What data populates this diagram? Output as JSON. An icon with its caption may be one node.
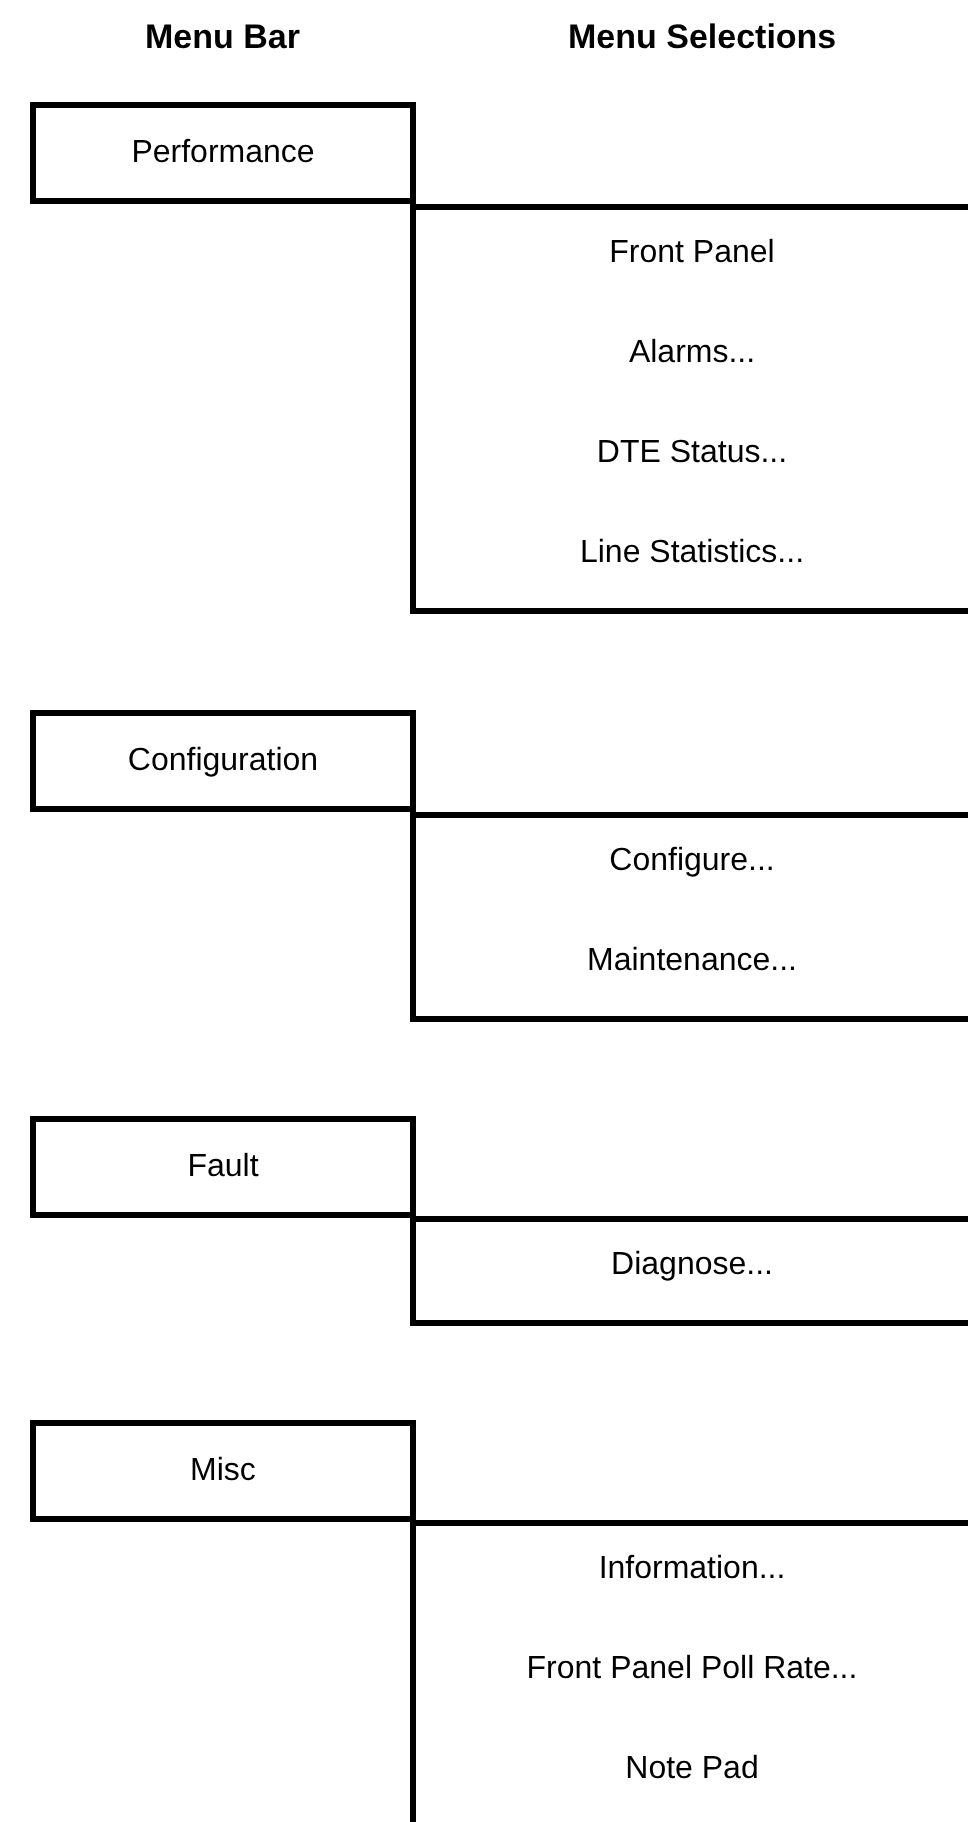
{
  "diagram": {
    "nodes": [
      {
        "text": [
          "Performance"
        ]
      },
      {
        "text": [
          "Front Panel",
          "Alarms...",
          "DTE Status...",
          "Line Statistics..."
        ]
      },
      {
        "text": [
          "Configuration"
        ]
      },
      {
        "text": [
          "Configure...",
          "Maintenance..."
        ]
      },
      {
        "text": [
          "Fault"
        ]
      },
      {
        "text": [
          "Diagnose..."
        ]
      },
      {
        "text": [
          "Misc"
        ]
      },
      {
        "text": [
          "Information...",
          "Front Panel Poll Rate...",
          "Note Pad"
        ]
      }
    ],
    "labels": [
      "Menu Bar",
      "Menu Selections"
    ]
  }
}
